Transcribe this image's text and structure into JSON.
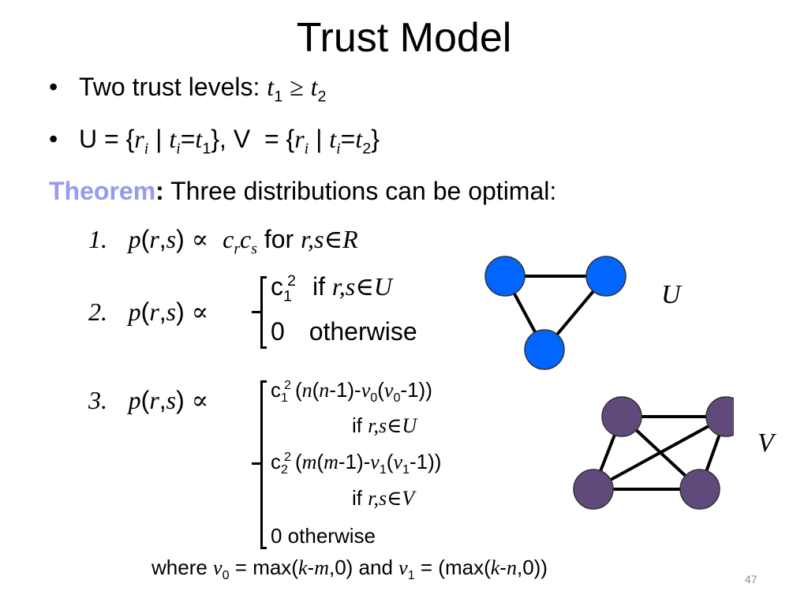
{
  "title": "Trust Model",
  "bullets": {
    "b1_prefix": "Two trust levels: ",
    "b1_t": "t",
    "b1_sub1": "1",
    "b1_rel": "≥",
    "b1_sub2": "2",
    "b2_text": "U = {r",
    "b2_i": "i",
    "b2_mid1": " | t",
    "b2_eq1": "=t",
    "b2_one": "1",
    "b2_close1": "}, V  = {r",
    "b2_mid2": " | t",
    "b2_eq2": "=t",
    "b2_two": "2",
    "b2_close2": "}"
  },
  "theorem": {
    "label": "Theorem",
    "colon": ":",
    "text": " Three distributions can be optimal:"
  },
  "items": {
    "n1": "1.",
    "n2": "2.",
    "n3": "3.",
    "p_lhs": "p(r,s)",
    "prop": "∝",
    "i1_c": "c",
    "i1_r": "r",
    "i1_s": "s",
    "i1_for": " for ",
    "i1_rs": "r,s",
    "i1_in": "∈",
    "i1_R": "R",
    "i2_c": "c",
    "i2_sub": "1",
    "i2_sup": "2",
    "i2_if": "if ",
    "i2_rs": "r,s",
    "i2_in": "∈",
    "i2_U": "U",
    "i2_zero": "0",
    "i2_otherwise": "otherwise",
    "i3_l1": "c",
    "i3_l1_sub": "1",
    "i3_l1_sup": "2",
    "i3_l1_rest_a": "(n(n-1)-v",
    "i3_l1_v0": "0",
    "i3_l1_rest_b": "(v",
    "i3_l1_v0b": "0",
    "i3_l1_rest_c": "-1))",
    "i3_if1": "if ",
    "i3_rs1": "r,s",
    "i3_in1": "∈",
    "i3_U": "U",
    "i3_l2": "c",
    "i3_l2_sub": "2",
    "i3_l2_sup": "2",
    "i3_l2_rest_a": "(m(m-1)-v",
    "i3_l2_v1": "1",
    "i3_l2_rest_b": "(v",
    "i3_l2_v1b": "1",
    "i3_l2_rest_c": "-1))",
    "i3_if2": "if ",
    "i3_rs2": "r,s",
    "i3_in2": "∈",
    "i3_V": "V",
    "i3_zero_otherwise": "0 otherwise"
  },
  "where": {
    "a": "where v",
    "v0": "0",
    "b": " = max(k-m,0) and v",
    "v1": "1",
    "c": " = (max(k-n,0))"
  },
  "graphs": {
    "u_label": "U",
    "v_label": "V",
    "u_color": "#0066ff",
    "v_color": "#604a7b"
  },
  "page_number": "47"
}
